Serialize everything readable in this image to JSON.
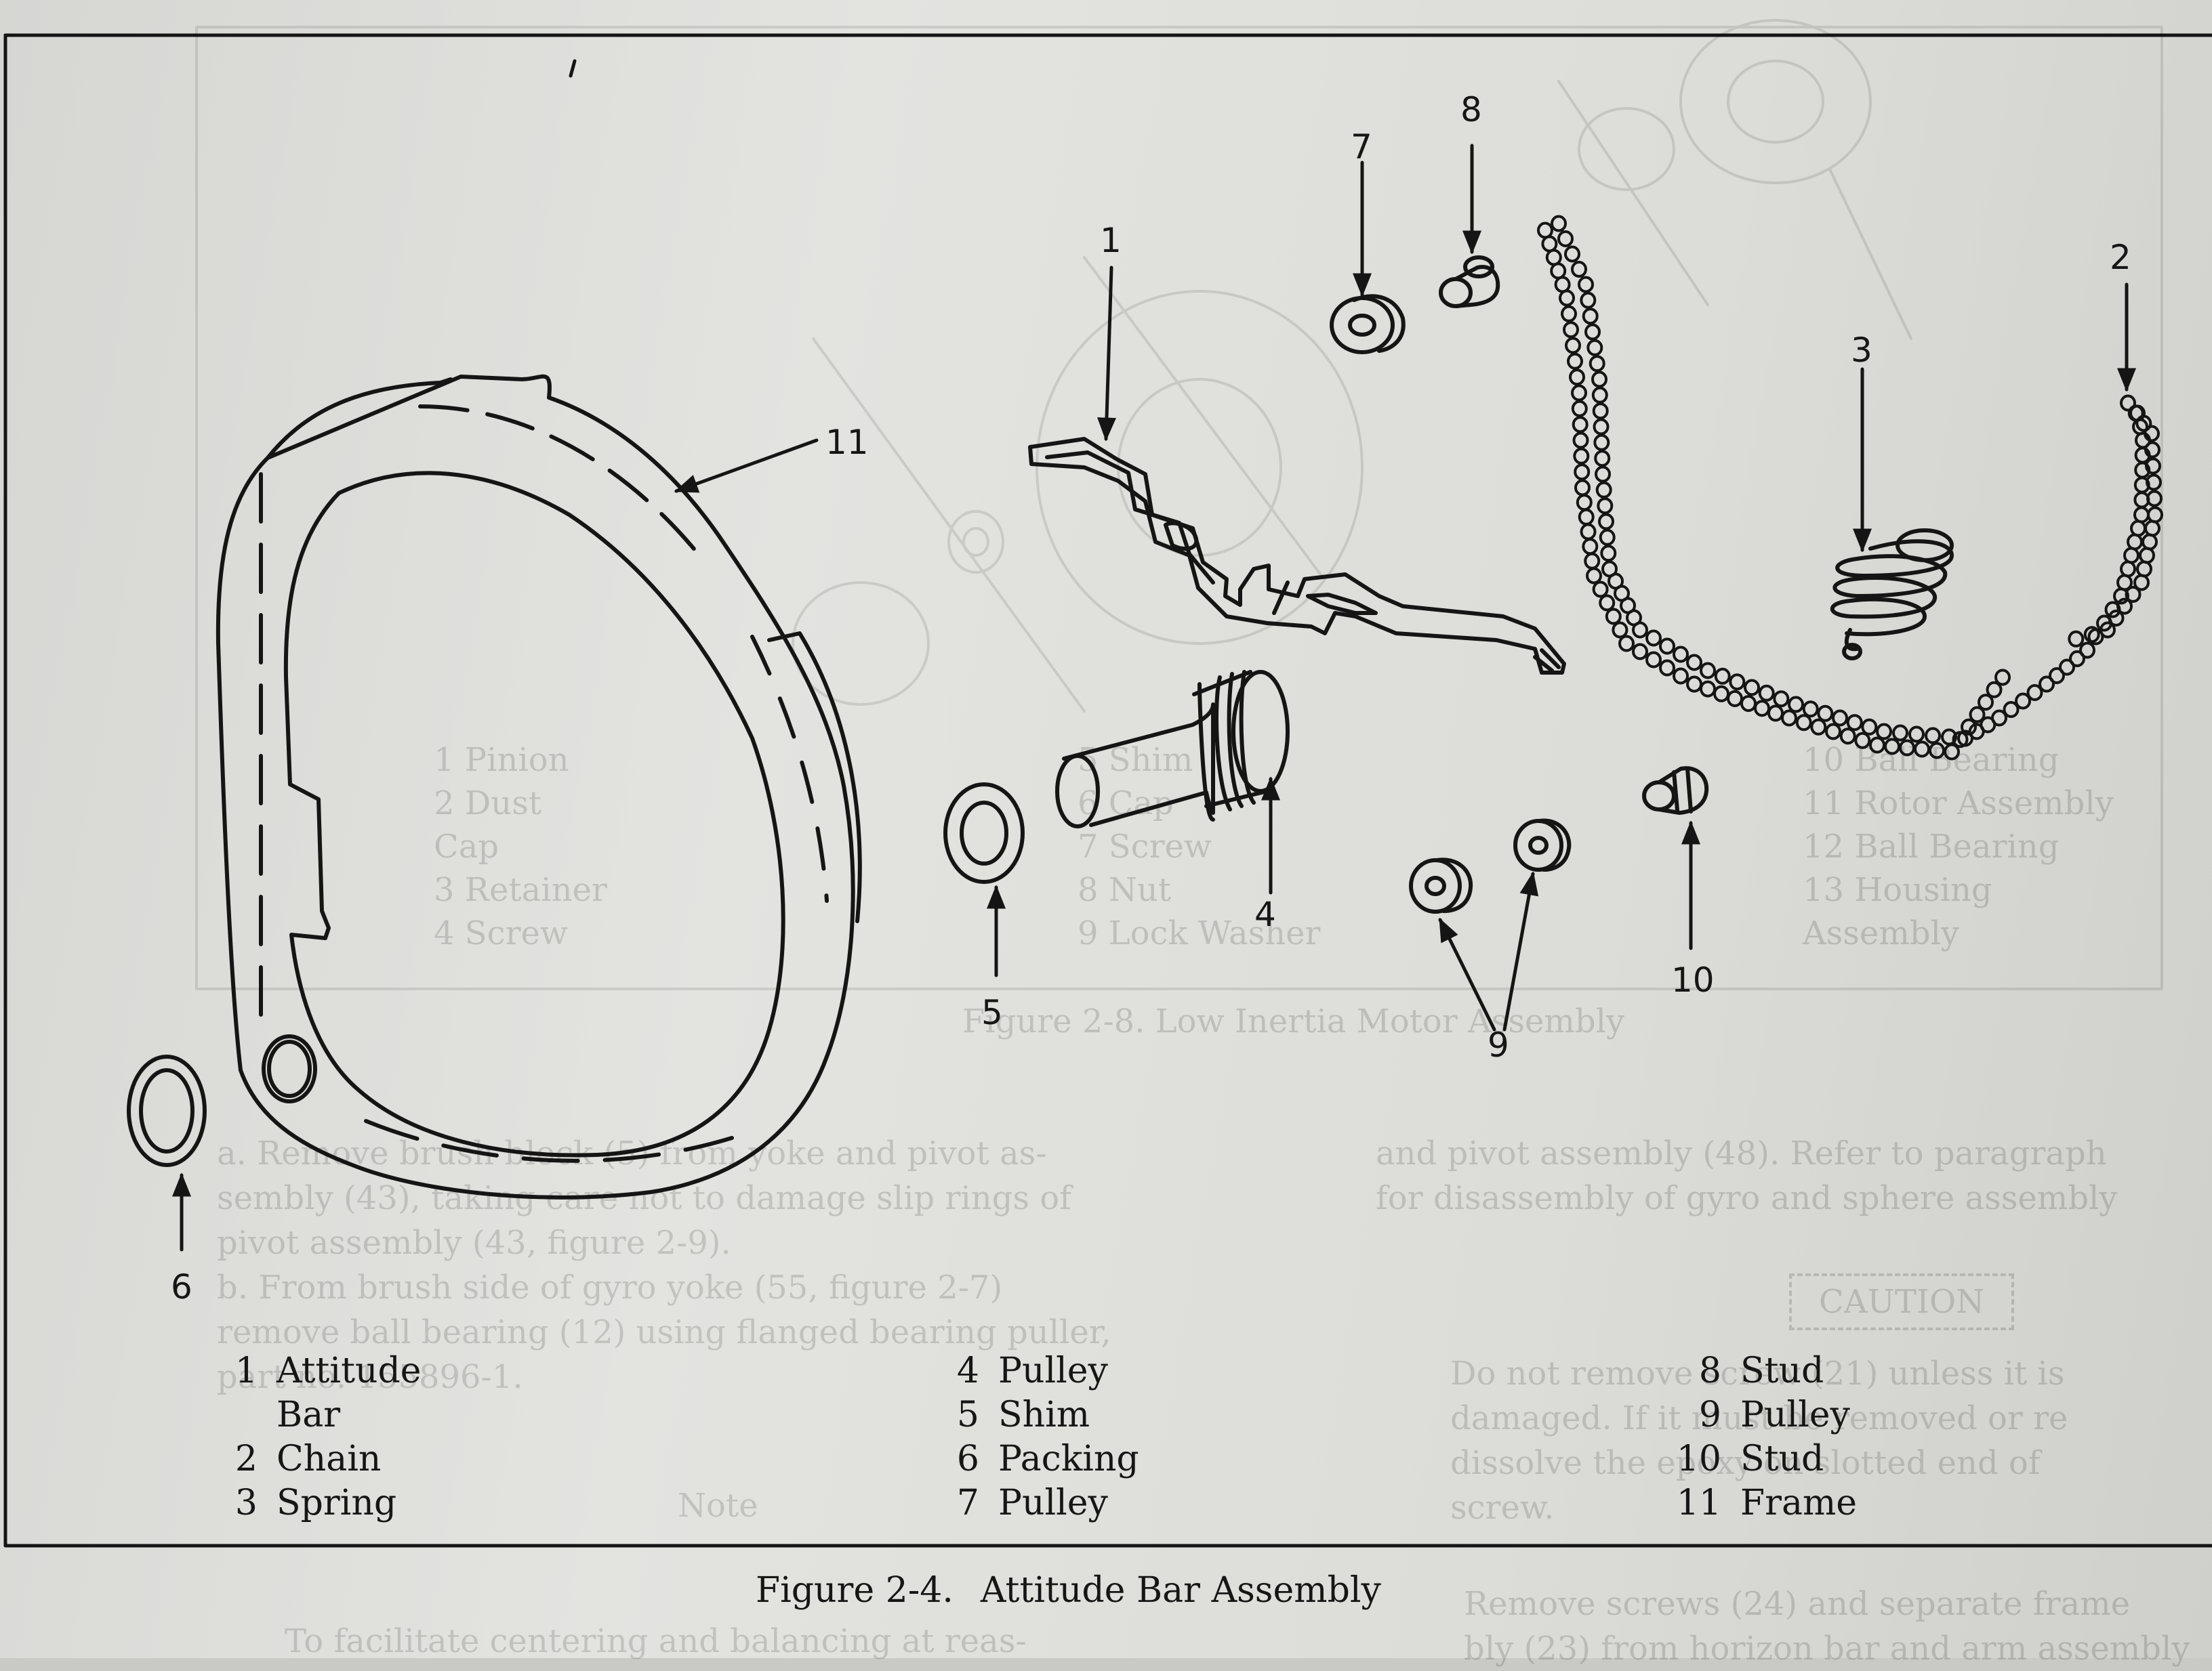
{
  "figure": {
    "number": "Figure 2-4.",
    "title": "Attitude Bar Assembly"
  },
  "callouts": [
    "1",
    "2",
    "3",
    "4",
    "5",
    "6",
    "7",
    "8",
    "9",
    "10",
    "11"
  ],
  "legend": {
    "col1": [
      {
        "num": "1",
        "name": "Attitude"
      },
      {
        "num": "",
        "name": "Bar"
      },
      {
        "num": "2",
        "name": "Chain"
      },
      {
        "num": "3",
        "name": "Spring"
      }
    ],
    "col2": [
      {
        "num": "4",
        "name": "Pulley"
      },
      {
        "num": "5",
        "name": "Shim"
      },
      {
        "num": "6",
        "name": "Packing"
      },
      {
        "num": "7",
        "name": "Pulley"
      }
    ],
    "col3": [
      {
        "num": "8",
        "name": "Stud"
      },
      {
        "num": "9",
        "name": "Pulley"
      },
      {
        "num": "10",
        "name": "Stud"
      },
      {
        "num": "11",
        "name": "Frame"
      }
    ]
  },
  "bleed_through": {
    "list_left": [
      "1   Pinion",
      "2   Dust",
      "    Cap",
      "3   Retainer",
      "4   Screw"
    ],
    "list_mid": [
      "5   Shim",
      "6   Cap",
      "7   Screw",
      "8   Nut",
      "9   Lock Washer"
    ],
    "list_right": [
      "10  Ball Bearing",
      "11  Rotor Assembly",
      "12  Ball Bearing",
      "13  Housing",
      "    Assembly"
    ],
    "caption": "Figure 2-8.   Low Inertia Motor Assembly",
    "para_left": [
      "a.  Remove brush block (5) from yoke and pivot as-",
      "sembly (43), taking care not to damage slip rings of",
      "pivot assembly (43, figure 2-9).",
      "b.  From brush side of gyro yoke (55, figure 2-7)",
      "remove ball bearing (12) using flanged bearing puller,",
      "part no. 155896-1."
    ],
    "para_right": [
      "and pivot assembly (48).  Refer to paragraph",
      "for disassembly of gyro and sphere assembly"
    ],
    "caution": "CAUTION",
    "caution_text": [
      "Do not remove screw (21) unless it is",
      "damaged.  If it must be removed or re",
      "dissolve the epoxy on slotted end of",
      "screw."
    ],
    "note": "Note",
    "bottom_left": "To facilitate centering and balancing at reas-",
    "bottom_right": [
      "Remove screws (24) and separate frame",
      "bly (23) from horizon bar and arm assembly"
    ]
  }
}
